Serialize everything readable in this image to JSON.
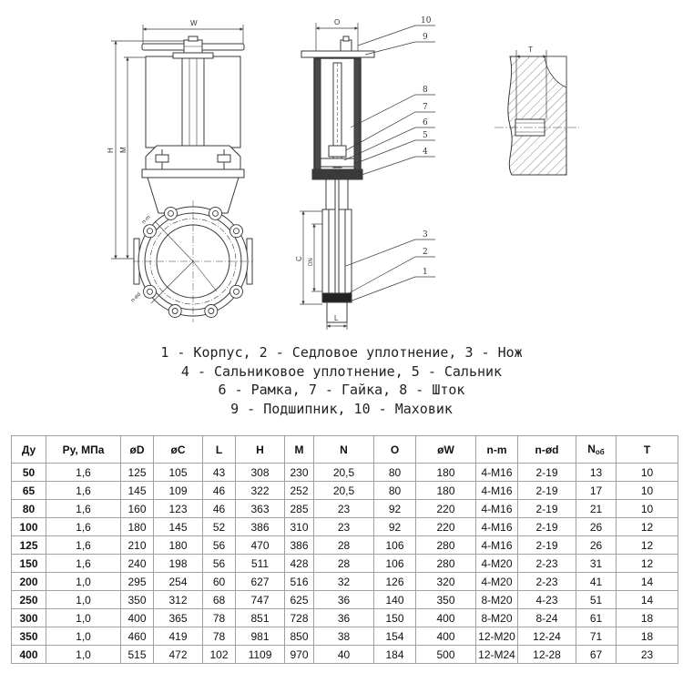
{
  "drawing": {
    "front_view": {
      "width_label": "W",
      "height_label": "H",
      "m_label": "M",
      "bolt_label": "n-m",
      "hole_label": "n-ød"
    },
    "side_view": {
      "o_label": "O",
      "c_label": "C",
      "dn_label": "DN",
      "l_label": "L"
    },
    "detail_view": {
      "t_label": "T"
    },
    "part_numbers": [
      "10",
      "9",
      "8",
      "7",
      "6",
      "5",
      "4",
      "3",
      "2",
      "1"
    ]
  },
  "legend": [
    "1 - Корпус, 2 - Седловое уплотнение, 3 - Нож",
    "4 - Сальниковое уплотнение, 5 - Сальник",
    "6 - Рамка, 7 - Гайка, 8 - Шток",
    "9 - Подшипник, 10 - Маховик"
  ],
  "table": {
    "headers": [
      {
        "text": "Ду"
      },
      {
        "text": "Ру, МПа"
      },
      {
        "text": "øD"
      },
      {
        "text": "øC"
      },
      {
        "text": "L"
      },
      {
        "text": "H"
      },
      {
        "text": "M"
      },
      {
        "text": "N"
      },
      {
        "text": "O"
      },
      {
        "text": "øW"
      },
      {
        "text": "n-m"
      },
      {
        "text": "n-ød"
      },
      {
        "text": "N",
        "sub": "об"
      },
      {
        "text": "T"
      }
    ],
    "rows": [
      [
        "50",
        "1,6",
        "125",
        "105",
        "43",
        "308",
        "230",
        "20,5",
        "80",
        "180",
        "4-M16",
        "2-19",
        "13",
        "10"
      ],
      [
        "65",
        "1,6",
        "145",
        "109",
        "46",
        "322",
        "252",
        "20,5",
        "80",
        "180",
        "4-M16",
        "2-19",
        "17",
        "10"
      ],
      [
        "80",
        "1,6",
        "160",
        "123",
        "46",
        "363",
        "285",
        "23",
        "92",
        "220",
        "4-M16",
        "2-19",
        "21",
        "10"
      ],
      [
        "100",
        "1,6",
        "180",
        "145",
        "52",
        "386",
        "310",
        "23",
        "92",
        "220",
        "4-M16",
        "2-19",
        "26",
        "12"
      ],
      [
        "125",
        "1,6",
        "210",
        "180",
        "56",
        "470",
        "386",
        "28",
        "106",
        "280",
        "4-M16",
        "2-19",
        "26",
        "12"
      ],
      [
        "150",
        "1,6",
        "240",
        "198",
        "56",
        "511",
        "428",
        "28",
        "106",
        "280",
        "4-M20",
        "2-23",
        "31",
        "12"
      ],
      [
        "200",
        "1,0",
        "295",
        "254",
        "60",
        "627",
        "516",
        "32",
        "126",
        "320",
        "4-M20",
        "2-23",
        "41",
        "14"
      ],
      [
        "250",
        "1,0",
        "350",
        "312",
        "68",
        "747",
        "625",
        "36",
        "140",
        "350",
        "8-M20",
        "4-23",
        "51",
        "14"
      ],
      [
        "300",
        "1,0",
        "400",
        "365",
        "78",
        "851",
        "728",
        "36",
        "150",
        "400",
        "8-M20",
        "8-24",
        "61",
        "18"
      ],
      [
        "350",
        "1,0",
        "460",
        "419",
        "78",
        "981",
        "850",
        "38",
        "154",
        "400",
        "12-M20",
        "12-24",
        "71",
        "18"
      ],
      [
        "400",
        "1,0",
        "515",
        "472",
        "102",
        "1109",
        "970",
        "40",
        "184",
        "500",
        "12-M24",
        "12-28",
        "67",
        "23"
      ]
    ]
  }
}
